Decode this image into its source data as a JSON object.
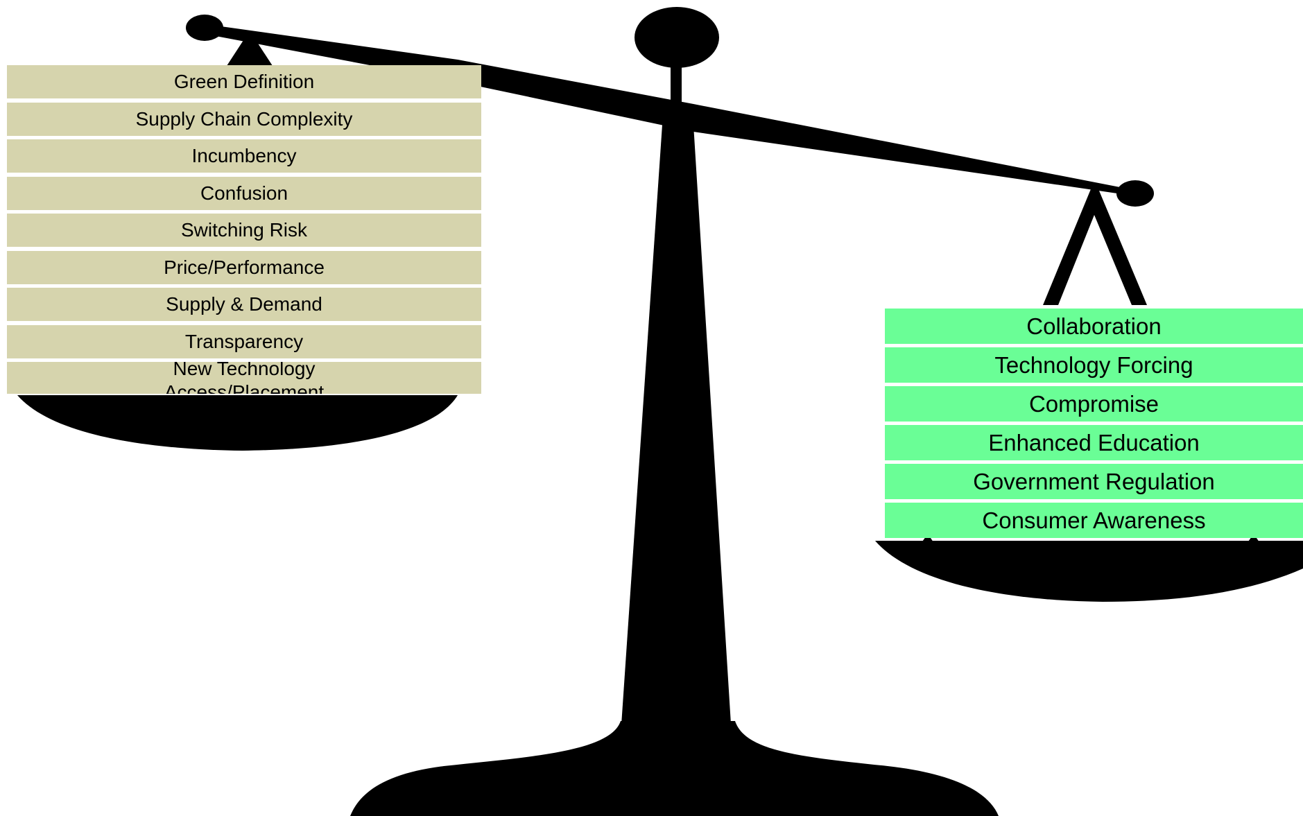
{
  "colors": {
    "scale": "#000000",
    "background": "#ffffff",
    "left_box_fill": "#d6d4ad",
    "right_box_fill": "#6afe96"
  },
  "left_pan": {
    "items": [
      "Green Definition",
      "Supply Chain Complexity",
      "Incumbency",
      "Confusion",
      "Switching Risk",
      "Price/Performance",
      "Supply & Demand",
      "Transparency",
      "New Technology\nAccess/Placement"
    ]
  },
  "right_pan": {
    "items": [
      "Collaboration",
      "Technology Forcing",
      "Compromise",
      "Enhanced Education",
      "Government Regulation",
      "Consumer Awareness"
    ]
  }
}
